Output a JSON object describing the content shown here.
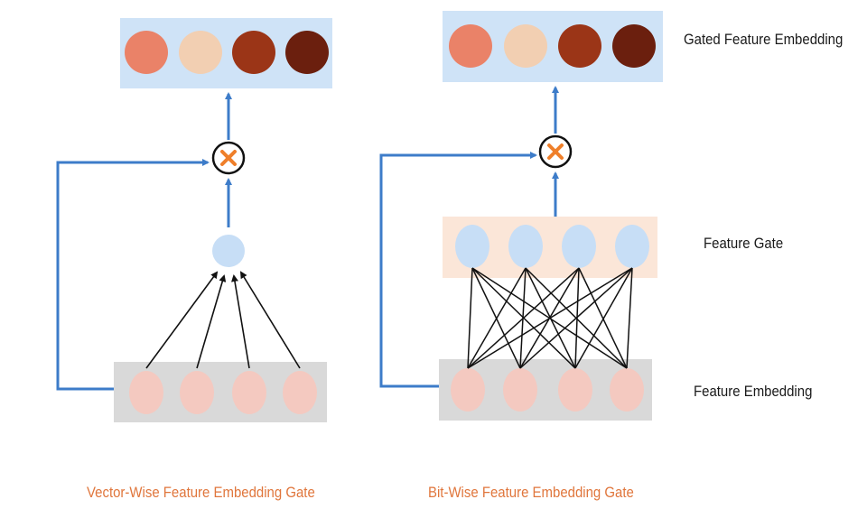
{
  "labels": {
    "gated": "Gated Feature Embedding",
    "gate": "Feature Gate",
    "embedding": "Feature Embedding"
  },
  "captions": {
    "vector_wise": "Vector-Wise Feature Embedding Gate",
    "bit_wise": "Bit-Wise Feature Embedding Gate"
  },
  "colors": {
    "caption": "#e0763c",
    "arrow": "#3d7cc9",
    "gated_bg": "#cfe3f7",
    "embedding_bg": "#d9d9d9",
    "gate_bg": "#fbe6d8",
    "embedding_circle": "#f4c9c0",
    "gate_circle": "#c7def6",
    "multiply_symbol": "#ef7f2a",
    "gated_circles": [
      "#ea8268",
      "#f2cfb2",
      "#9b3517",
      "#6b1f0e"
    ]
  },
  "icons": {
    "multiply": "multiply-icon"
  }
}
